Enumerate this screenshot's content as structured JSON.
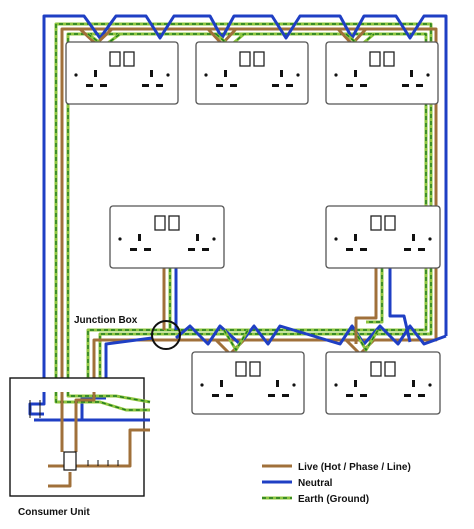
{
  "labels": {
    "junction_box": "Junction Box",
    "consumer_unit": "Consumer Unit"
  },
  "legend": [
    {
      "label": "Live (Hot / Phase / Line)",
      "color": "#a0703a"
    },
    {
      "label": "Neutral",
      "color": "#1f3fc4"
    },
    {
      "label": "Earth (Ground)",
      "color": "#8ec63f",
      "dash_color": "#1e7a1e"
    }
  ],
  "colors": {
    "live": "#a0703a",
    "neutral": "#1f3fc4",
    "earth": "#8ec63f",
    "earth_dash": "#1e7a1e",
    "outline": "#222222"
  }
}
